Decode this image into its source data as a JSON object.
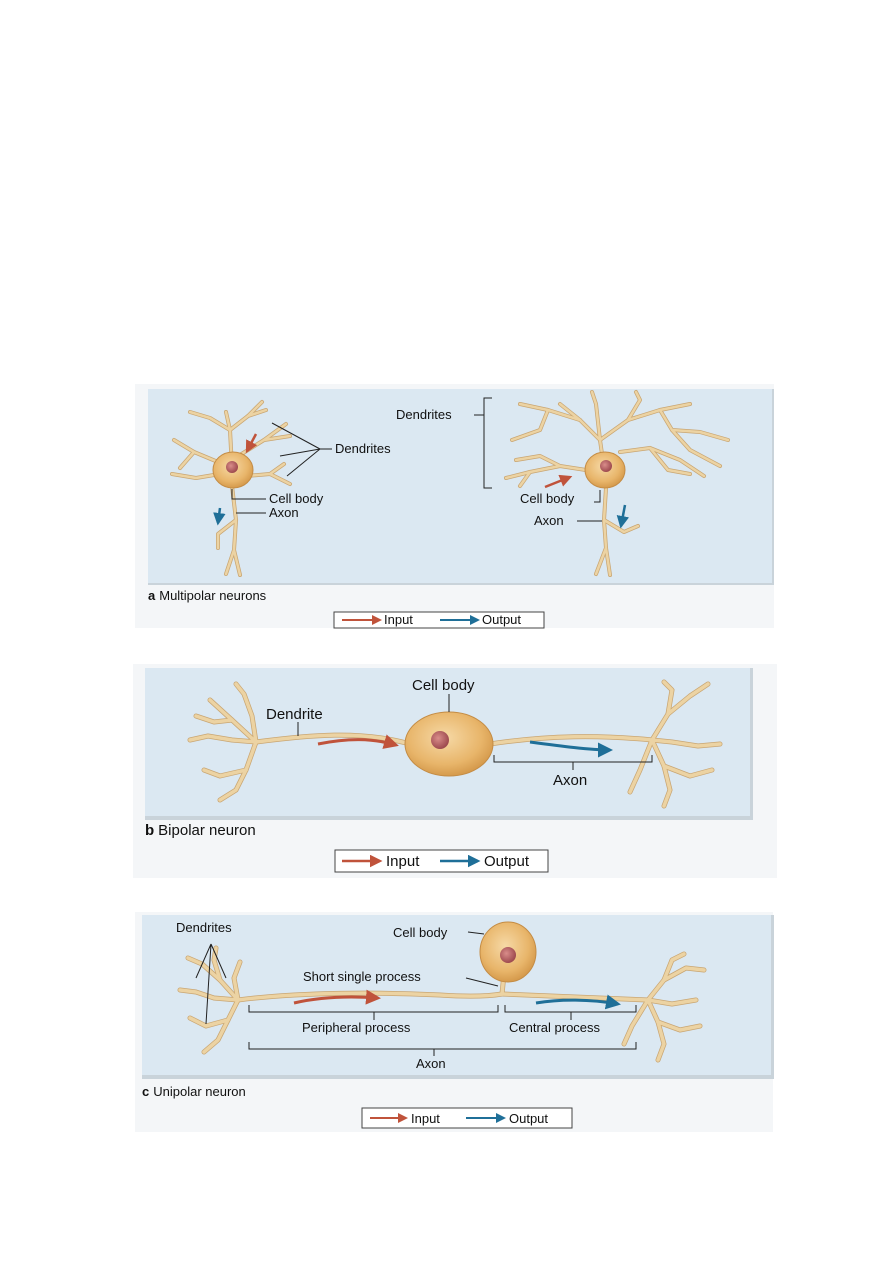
{
  "colors": {
    "panel_bg": "#dbe8f2",
    "input_arrow": "#c0533b",
    "output_arrow": "#1f6f98",
    "neuron": "#ecd3a3",
    "cell_body": "#e6b46a",
    "nucleus": "#b0575a"
  },
  "panel_a": {
    "caption_letter": "a",
    "caption_text": "Multipolar neurons",
    "left": {
      "dendrites": "Dendrites",
      "cell_body": "Cell body",
      "axon": "Axon"
    },
    "right": {
      "dendrites": "Dendrites",
      "cell_body": "Cell body",
      "axon": "Axon"
    },
    "legend": {
      "input": "Input",
      "output": "Output"
    }
  },
  "panel_b": {
    "caption_letter": "b",
    "caption_text": "Bipolar neuron",
    "cell_body": "Cell body",
    "dendrite": "Dendrite",
    "axon": "Axon",
    "legend": {
      "input": "Input",
      "output": "Output"
    }
  },
  "panel_c": {
    "caption_letter": "c",
    "caption_text": "Unipolar neuron",
    "dendrites": "Dendrites",
    "cell_body": "Cell body",
    "short_process": "Short single process",
    "peripheral": "Peripheral process",
    "central": "Central process",
    "axon": "Axon",
    "legend": {
      "input": "Input",
      "output": "Output"
    }
  }
}
